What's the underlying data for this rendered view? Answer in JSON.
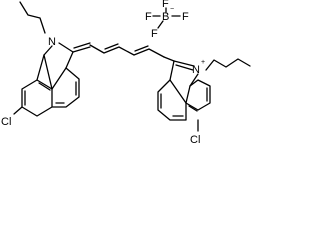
{
  "structure": {
    "type": "chemical-structure",
    "left_dye": {
      "nitrogen": "N",
      "chlorine": "Cl"
    },
    "right_dye": {
      "nitrogen": "N",
      "charge": "+",
      "chlorine": "Cl"
    },
    "counterion": {
      "center": "B",
      "charge": "−",
      "fluorines": [
        "F",
        "F",
        "F",
        "F"
      ]
    }
  }
}
